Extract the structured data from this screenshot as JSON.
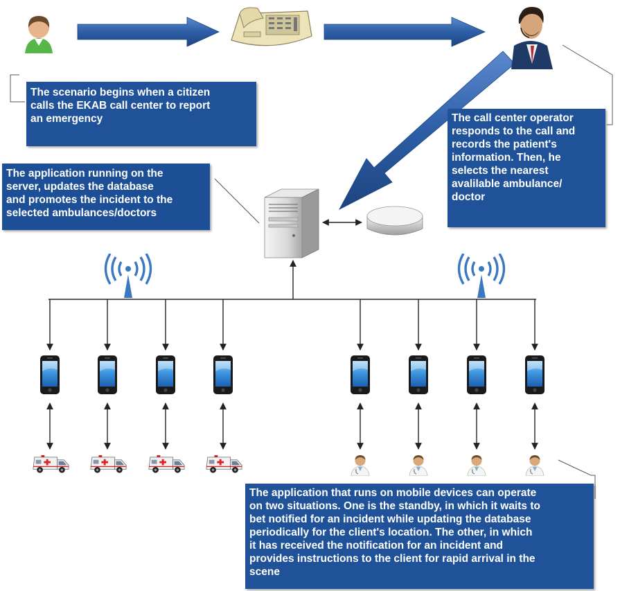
{
  "callouts": {
    "citizen": "The scenario begins when a citizen\ncalls the EKAB call center to report\nan emergency",
    "operator": "The call center operator\nresponds to the call and\nrecords the patient's\ninformation. Then, he\nselects the nearest\navalilable ambulance/\ndoctor",
    "server": "The application running on the\nserver, updates the database\nand promotes the incident to the\nselected ambulances/doctors",
    "mobile": "The application that runs on mobile devices can operate\non two situations. One is the standby, in which it waits to\nbet notified for an incident while updating the database\nperiodically for the client's location. The other, in which\nit has received the notification for an incident and\nprovides instructions to the client for rapid arrival in the\nscene"
  },
  "colors": {
    "callout_bg": "#1f5299",
    "arrow_blue": "#2d5ea6",
    "line": "#222222",
    "antenna": "#3a78c2",
    "phone_screen": "#3f97e0"
  },
  "icons": {
    "citizen": "person-icon",
    "telephone": "telephone-icon",
    "operator": "operator-icon",
    "server": "server-icon",
    "database": "database-icon",
    "antenna": "antenna-icon",
    "phone": "smartphone-icon",
    "ambulance": "ambulance-icon",
    "doctor": "doctor-icon"
  },
  "counts": {
    "ambulances": 4,
    "doctors": 4
  }
}
